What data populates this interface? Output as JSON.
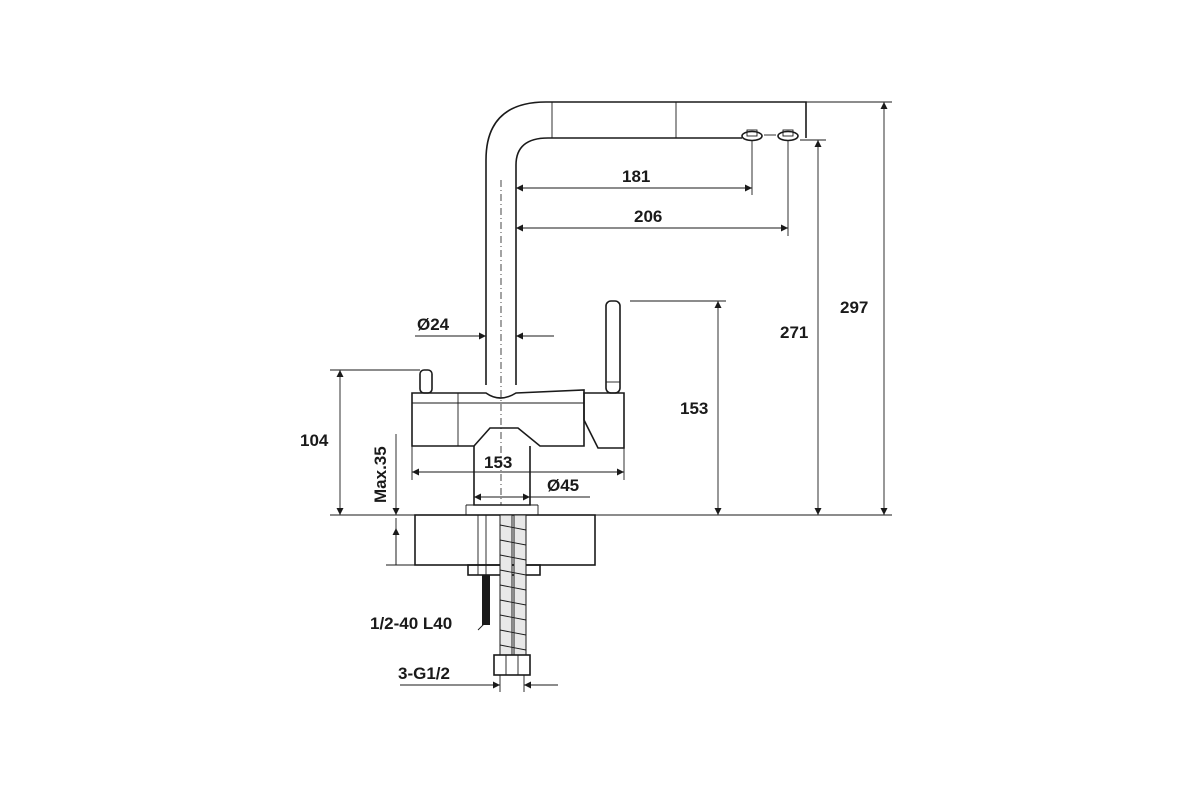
{
  "dimensions": {
    "d181": "181",
    "d206": "206",
    "d24": "Ø24",
    "d153_height": "153",
    "d271": "271",
    "d297": "297",
    "d104": "104",
    "max35": "Max.35",
    "d153_width": "153",
    "d45": "Ø45",
    "thread": "1/2-40 L40",
    "hose_fitting": "3-G1/2"
  },
  "colors": {
    "line": "#1a1a1a",
    "background": "#ffffff"
  }
}
